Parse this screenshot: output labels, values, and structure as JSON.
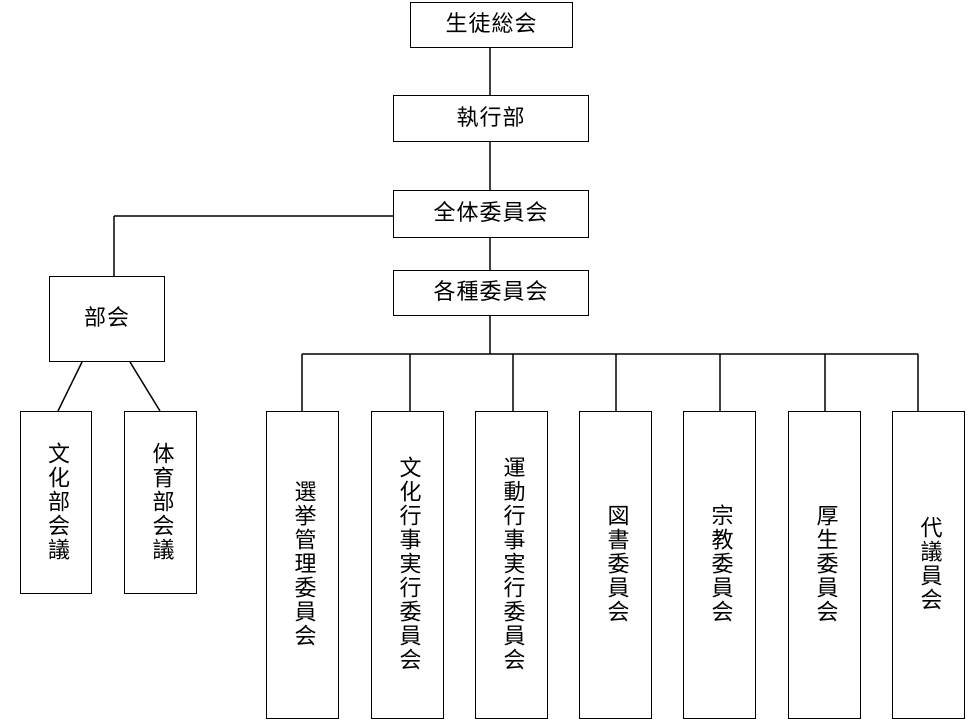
{
  "diagram": {
    "top": {
      "label": "生徒総会"
    },
    "executive": {
      "label": "執行部"
    },
    "general_committee": {
      "label": "全体委員会"
    },
    "various_committees": {
      "label": "各種委員会"
    },
    "club_council": {
      "label": "部会"
    },
    "culture_club_council": {
      "label": "文化部会議"
    },
    "sports_club_council": {
      "label": "体育部会議"
    },
    "committees": [
      {
        "label": "選挙管理委員会"
      },
      {
        "label": "文化行事実行委員会"
      },
      {
        "label": "運動行事実行委員会"
      },
      {
        "label": "図書委員会"
      },
      {
        "label": "宗教委員会"
      },
      {
        "label": "厚生委員会"
      },
      {
        "label": "代議員会"
      }
    ]
  }
}
